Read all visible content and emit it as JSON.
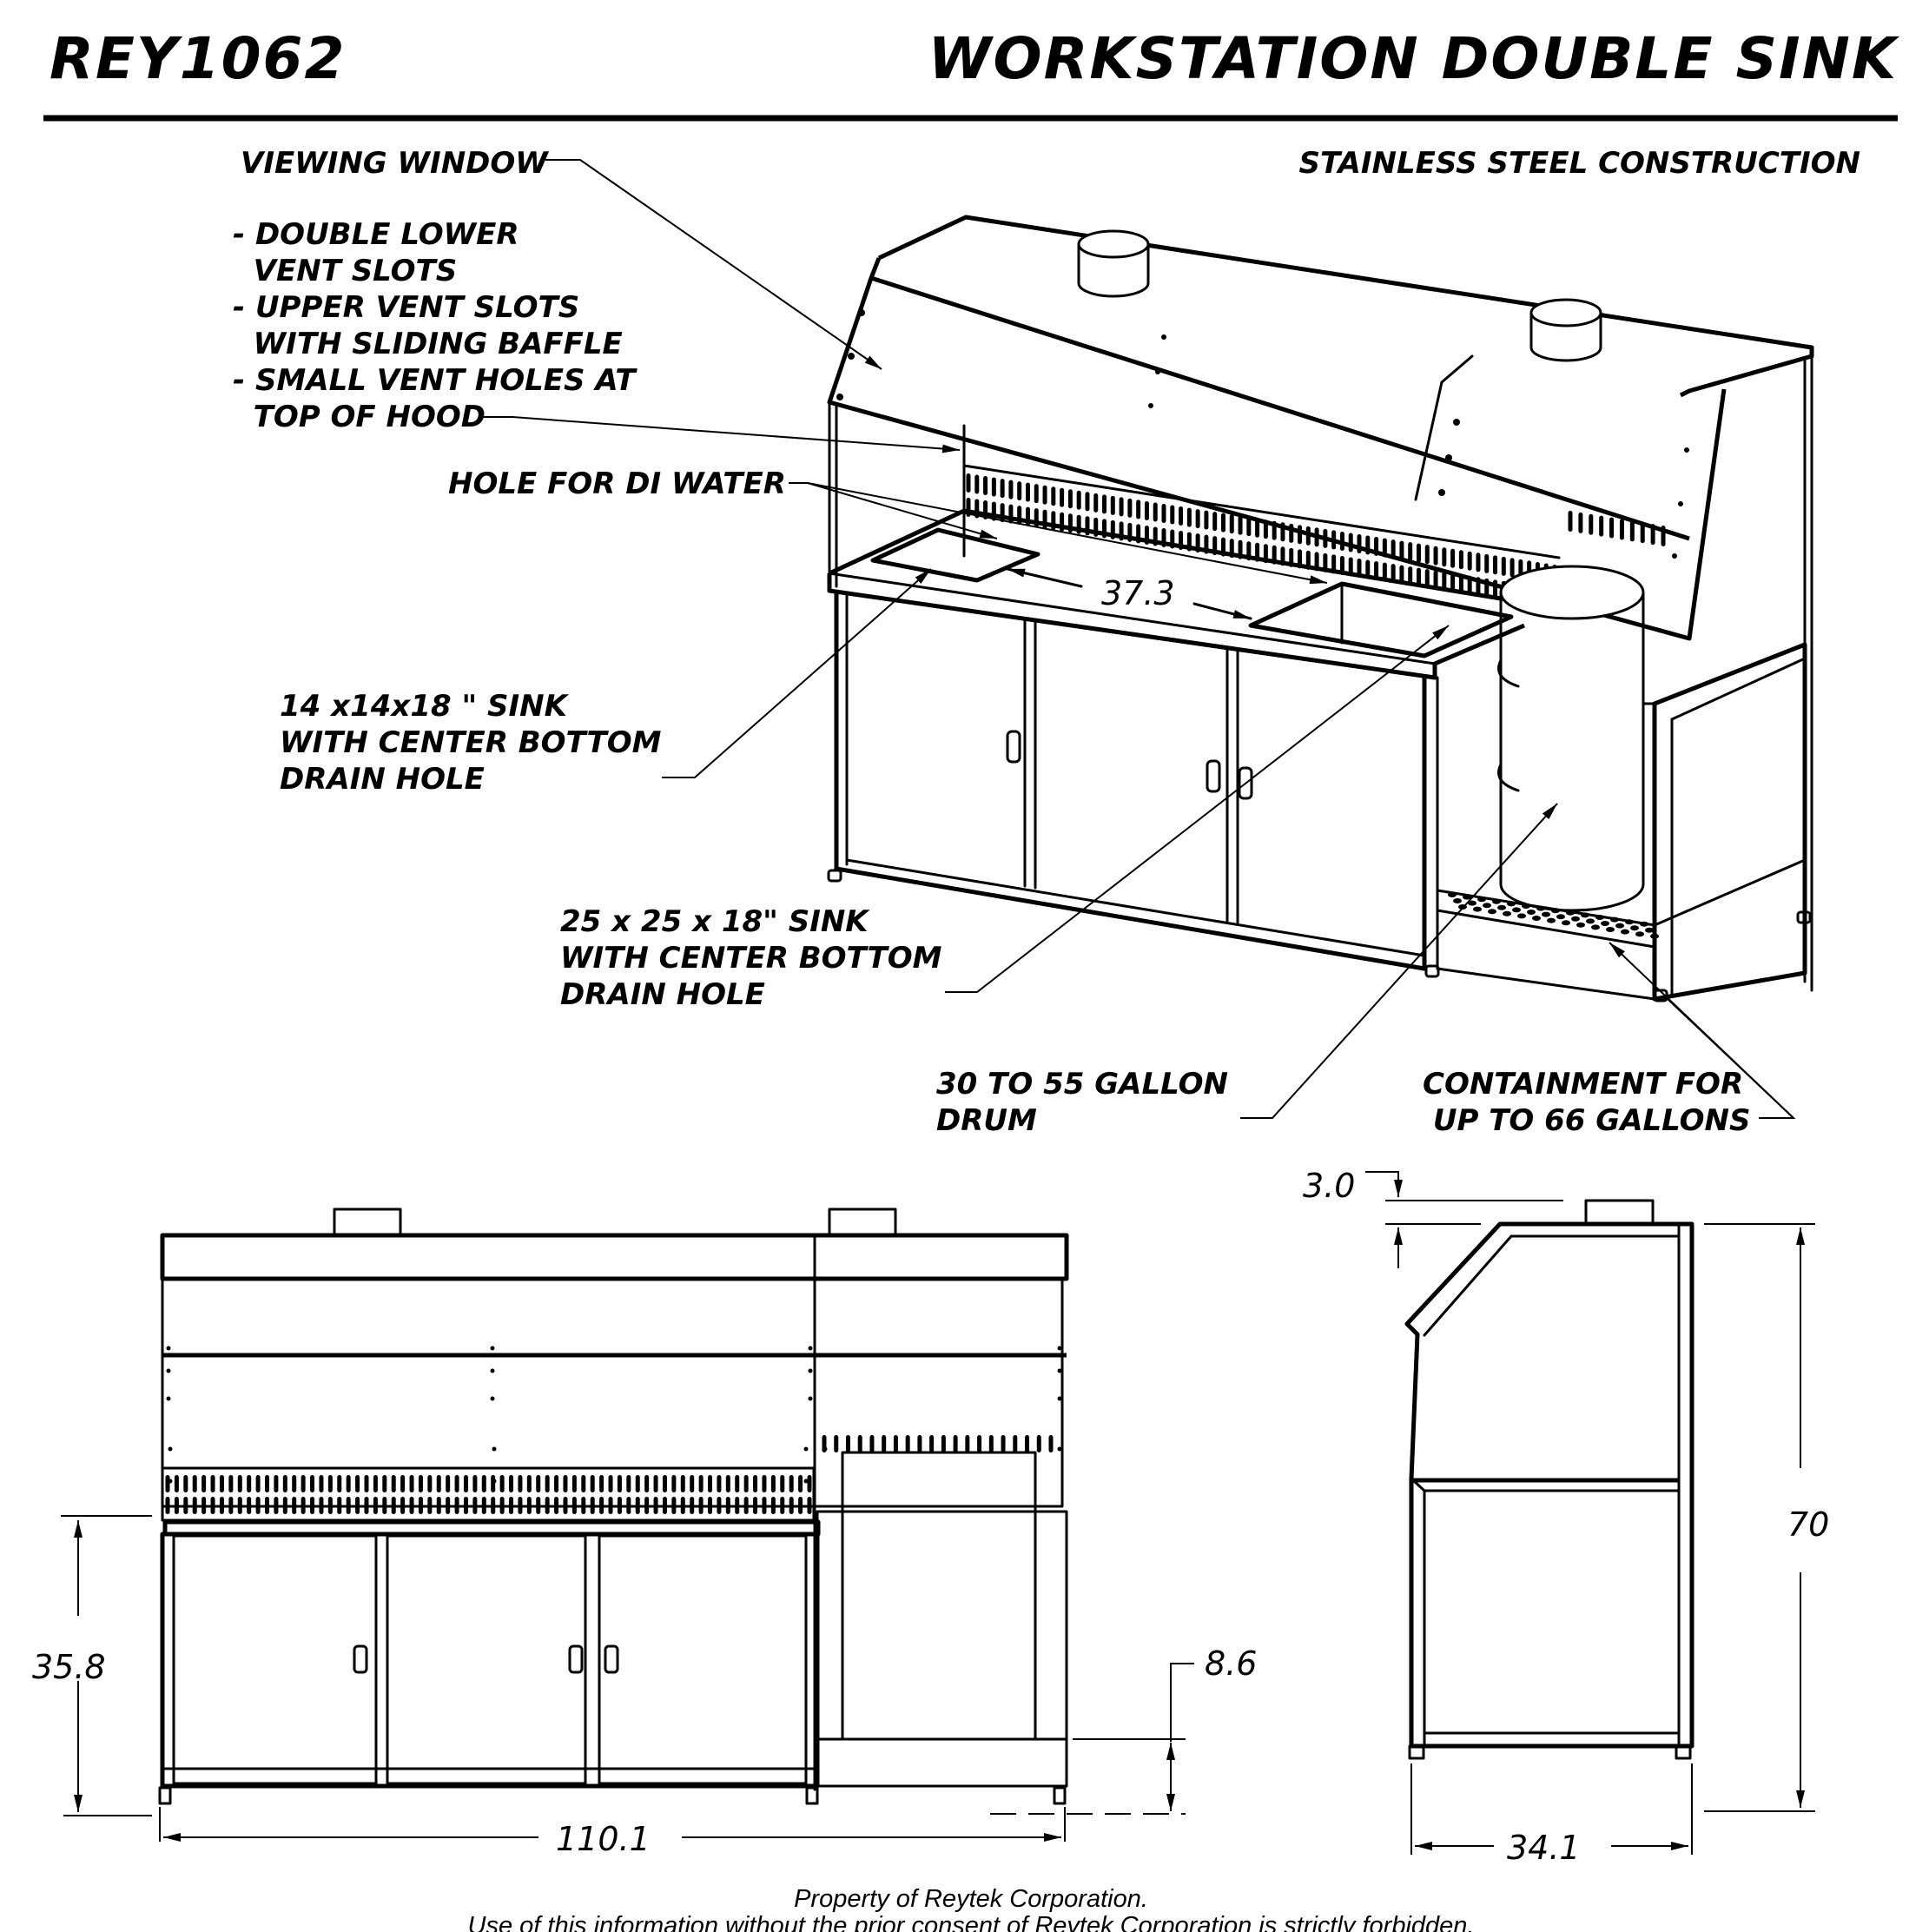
{
  "header": {
    "part_number": "REY1062",
    "title": "WORKSTATION DOUBLE SINK"
  },
  "notes": {
    "material": "STAINLESS STEEL CONSTRUCTION"
  },
  "callouts": {
    "viewing_window": "VIEWING WINDOW",
    "vent_features": [
      "- DOUBLE LOWER",
      "  VENT SLOTS",
      "- UPPER VENT SLOTS",
      "  WITH SLIDING BAFFLE",
      "- SMALL VENT HOLES AT",
      "  TOP OF HOOD"
    ],
    "di_water": "HOLE FOR DI WATER",
    "small_sink": [
      "14 x14x18 \" SINK",
      "WITH CENTER BOTTOM",
      "DRAIN HOLE"
    ],
    "large_sink": [
      "25 x 25 x 18\" SINK",
      "WITH CENTER BOTTOM",
      "DRAIN HOLE"
    ],
    "drum": [
      "30 TO 55 GALLON",
      "DRUM"
    ],
    "containment": [
      "CONTAINMENT FOR",
      " UP TO 66 GALLONS"
    ]
  },
  "dimensions": {
    "sink_spacing": "37.3",
    "overall_width": "110.1",
    "counter_height": "35.8",
    "containment_height": "8.6",
    "exhaust_collar_height": "3.0",
    "overall_height": "70",
    "overall_depth": "34.1"
  },
  "footer": {
    "line1": "Property of Reytek Corporation.",
    "line2": "Use of this information without the prior consent of Reytek Corporation is strictly forbidden."
  }
}
